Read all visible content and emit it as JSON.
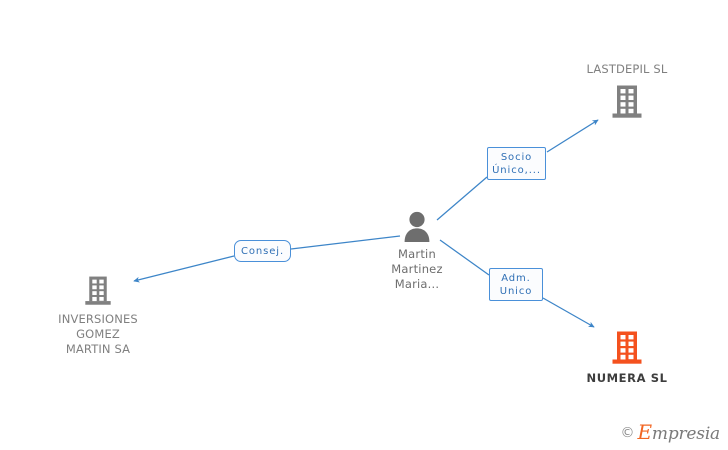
{
  "diagram": {
    "type": "relationship-graph",
    "background": "#ffffff",
    "edge_color": "#3d85c8",
    "person_color": "#6e6e6e",
    "company_color": "#808080",
    "highlight_color": "#f4511e",
    "nodes": [
      {
        "id": "person-center",
        "kind": "person",
        "label": "Martin\nMartinez\nMaria...",
        "icon": "person-icon",
        "color": "#6e6e6e"
      },
      {
        "id": "company-lastdepil",
        "kind": "company",
        "label": "LASTDEPIL SL",
        "icon": "building-icon",
        "color": "#808080",
        "highlighted": false
      },
      {
        "id": "company-numera",
        "kind": "company",
        "label": "NUMERA  SL",
        "icon": "building-icon",
        "color": "#f4511e",
        "highlighted": true
      },
      {
        "id": "company-inversiones",
        "kind": "company",
        "label": "INVERSIONES\nGOMEZ\nMARTIN SA",
        "icon": "building-icon",
        "color": "#808080",
        "highlighted": false
      }
    ],
    "edges": [
      {
        "id": "edge-socio-unico",
        "from": "person-center",
        "to": "company-lastdepil",
        "label": "Socio\nÚnico,..."
      },
      {
        "id": "edge-adm-unico",
        "from": "person-center",
        "to": "company-numera",
        "label": "Adm.\nUnico"
      },
      {
        "id": "edge-consej",
        "from": "person-center",
        "to": "company-inversiones",
        "label": "Consej."
      }
    ]
  },
  "watermark": {
    "copyright": "©",
    "brand_initial": "E",
    "brand_rest": "mpresia"
  }
}
